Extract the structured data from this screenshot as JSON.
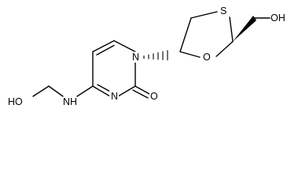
{
  "molecule": {
    "atoms": [
      {
        "id": "n1",
        "label": "N"
      },
      {
        "id": "n3",
        "label": "N"
      },
      {
        "id": "o_carbonyl",
        "label": "O"
      },
      {
        "id": "nh",
        "label": "NH"
      },
      {
        "id": "ho_left",
        "label": "HO"
      },
      {
        "id": "s_ring",
        "label": "S"
      },
      {
        "id": "o_ring",
        "label": "O"
      },
      {
        "id": "oh_right",
        "label": "OH"
      }
    ]
  }
}
